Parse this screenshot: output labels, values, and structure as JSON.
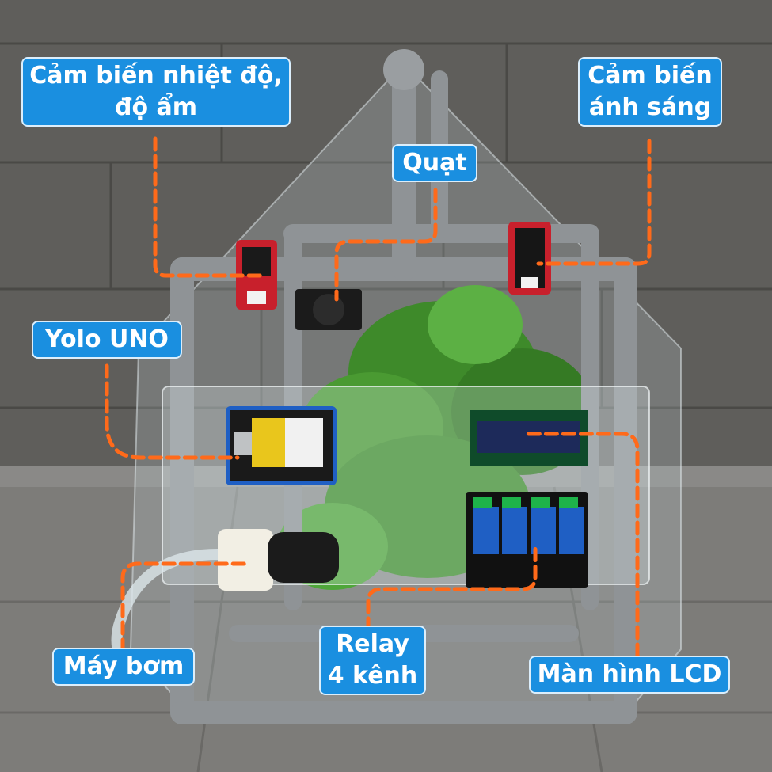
{
  "photo": {
    "colors": {
      "wall": "#5f5e5b",
      "floor": "#7d7c79",
      "pipe": "#8f9396",
      "label_bg": "#1a8fe0",
      "label_text": "#ffffff",
      "leader_line": "#ff6a1a",
      "plant": "#3e8a2a",
      "sensor_board": "#c8202c",
      "relay_board": "#1f5fc4"
    }
  },
  "labels": {
    "temp_humidity_sensor": [
      "Cảm biến nhiệt độ,",
      "độ ẩm"
    ],
    "light_sensor": [
      "Cảm biến",
      "ánh sáng"
    ],
    "fan": "Quạt",
    "yolo_uno": "Yolo UNO",
    "pump": "Máy bơm",
    "relay": [
      "Relay",
      "4 kênh"
    ],
    "lcd": "Màn hình LCD"
  }
}
